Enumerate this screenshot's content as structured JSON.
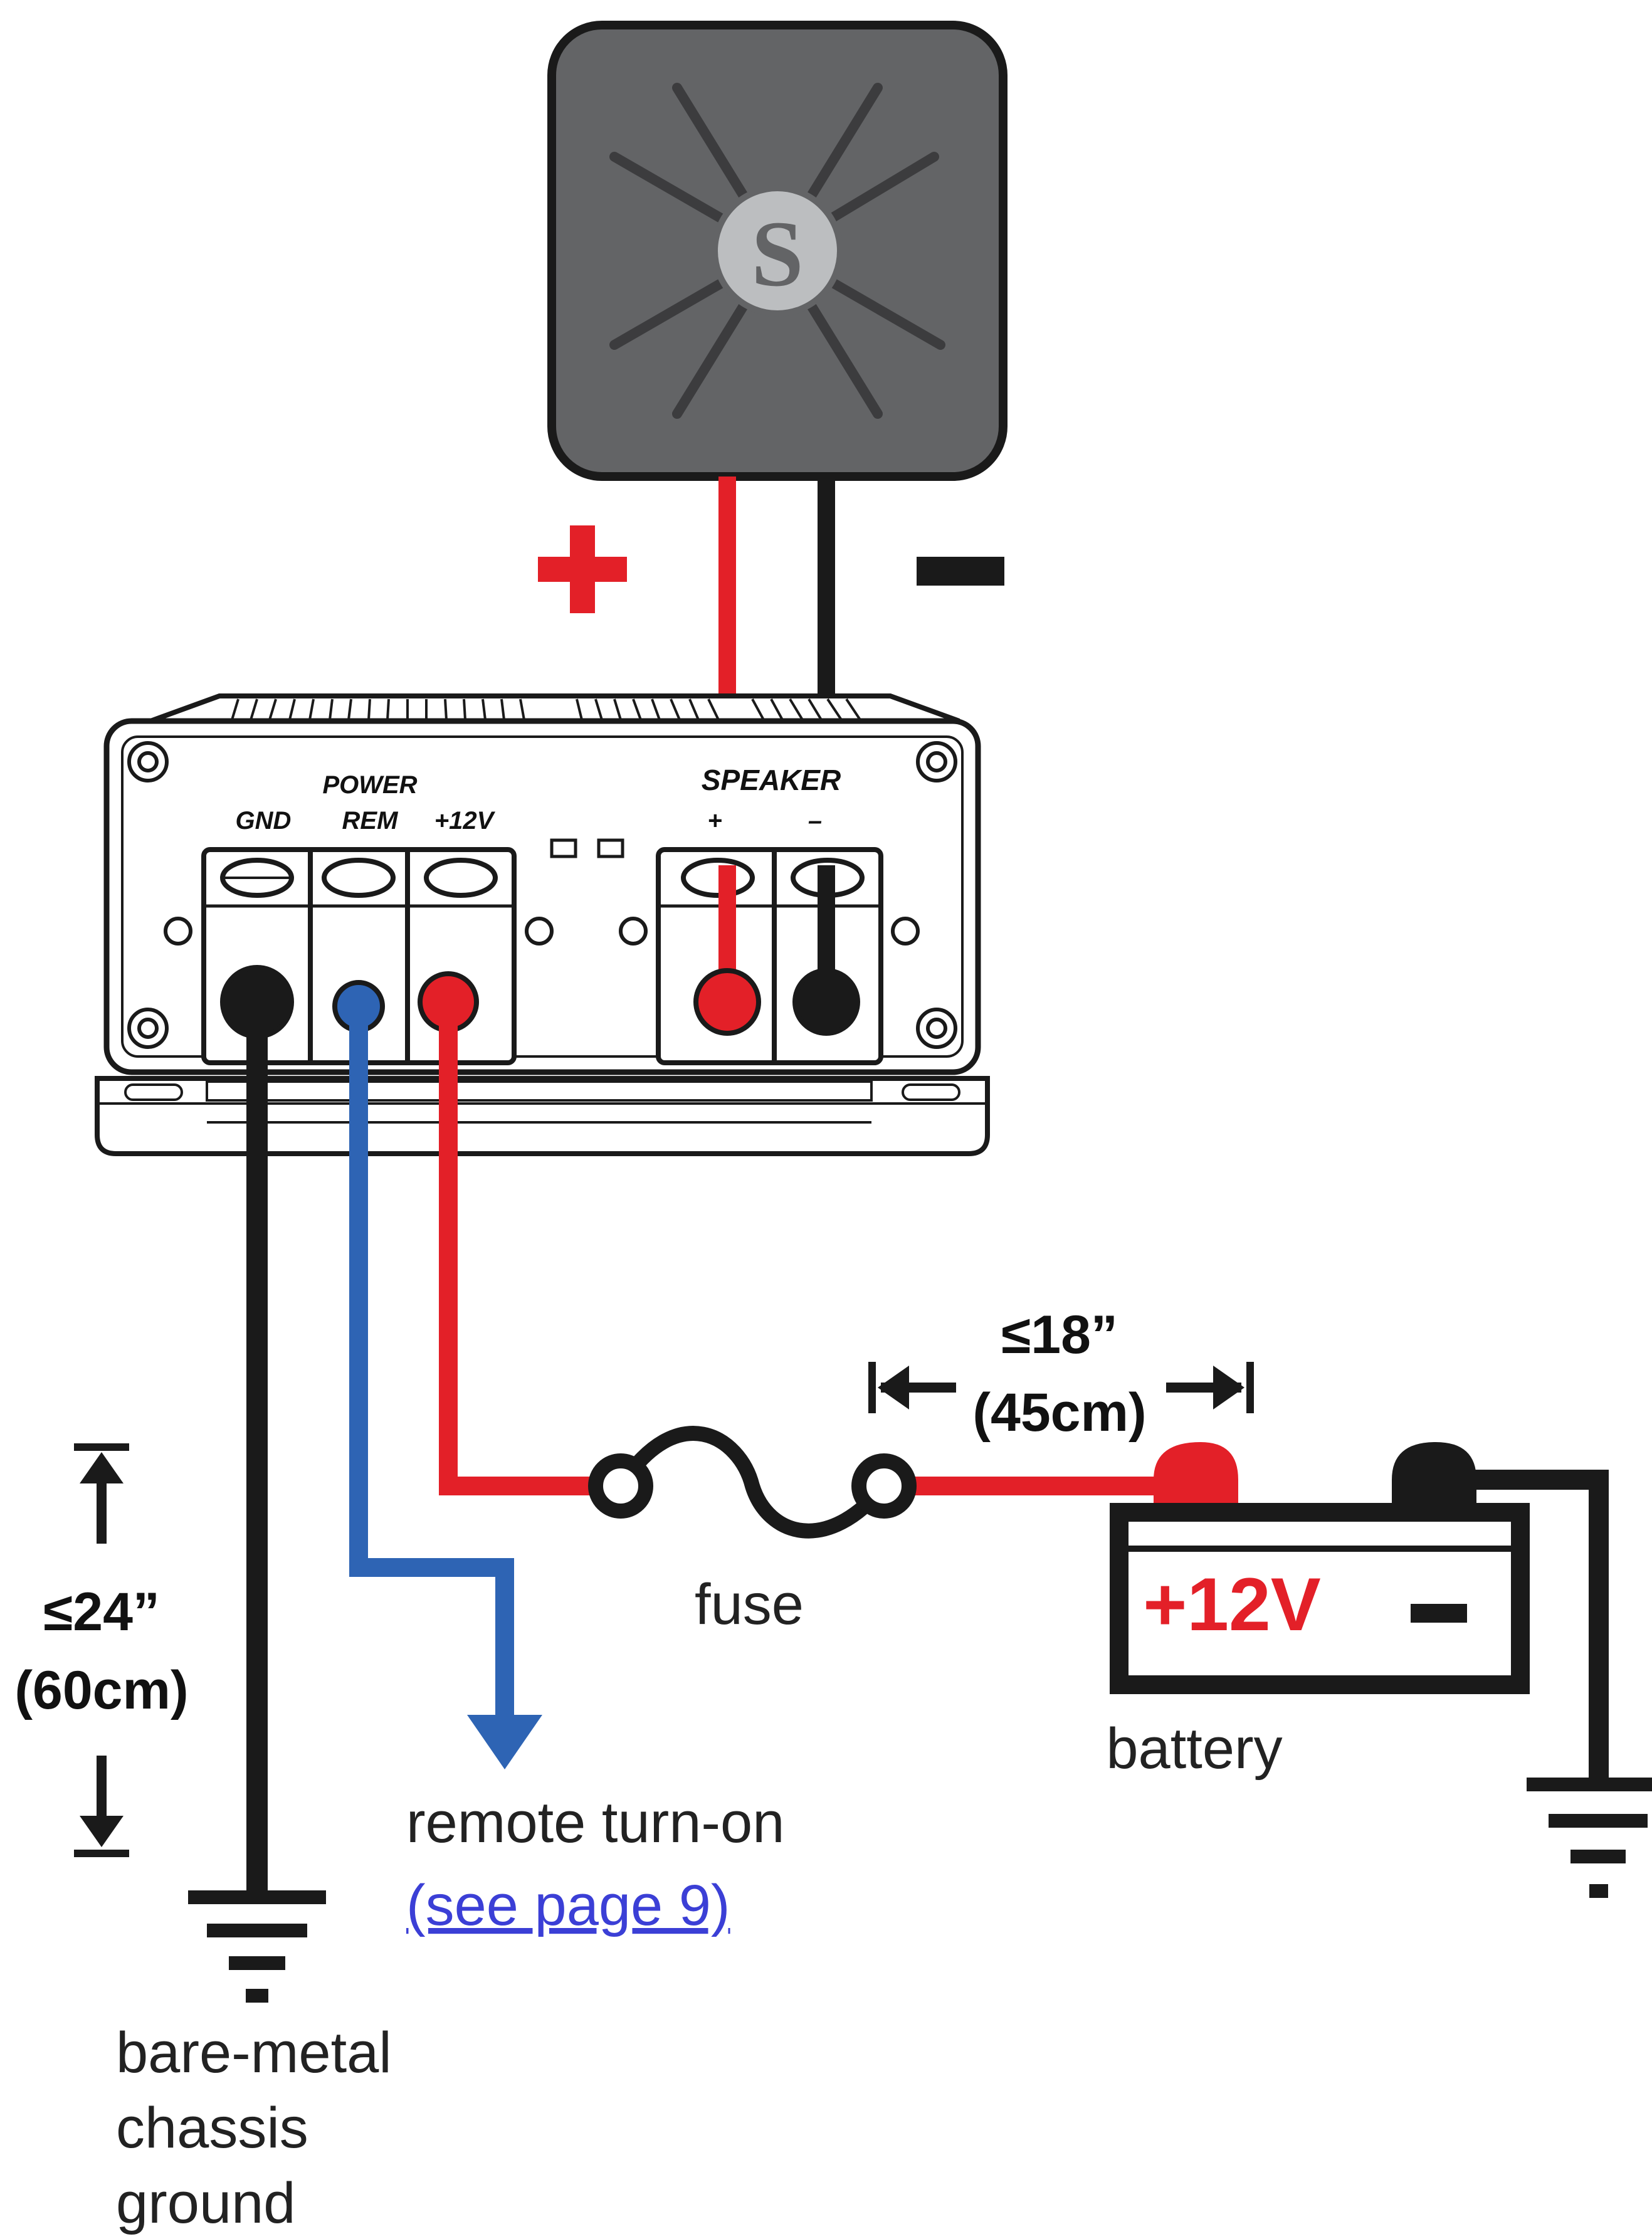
{
  "speaker_symbol": {
    "logo_letter": "S",
    "plus_sign": "+",
    "minus_sign": "–"
  },
  "amplifier": {
    "power_label": "POWER",
    "terminal_labels": [
      "GND",
      "REM",
      "+12V"
    ],
    "speaker_label": "SPEAKER",
    "speaker_terminals": [
      "+",
      "–"
    ]
  },
  "fuse": {
    "distance_label": "≤18”",
    "distance_metric": "(45cm)",
    "label": "fuse"
  },
  "battery": {
    "plus_label": "+12V",
    "minus_label": "–",
    "label": "battery"
  },
  "ground_run": {
    "distance_label": "≤24”",
    "distance_metric": "(60cm)"
  },
  "remote": {
    "label": "remote turn-on",
    "link_text": "(see page 9)"
  },
  "chassis_ground": {
    "lines": [
      "bare-metal",
      "chassis",
      "ground"
    ]
  },
  "colors": {
    "red": "#e32028",
    "black": "#1a1a1a",
    "blue": "#2e64b4",
    "speaker_body": "#636466",
    "link": "#3b3fd6"
  }
}
